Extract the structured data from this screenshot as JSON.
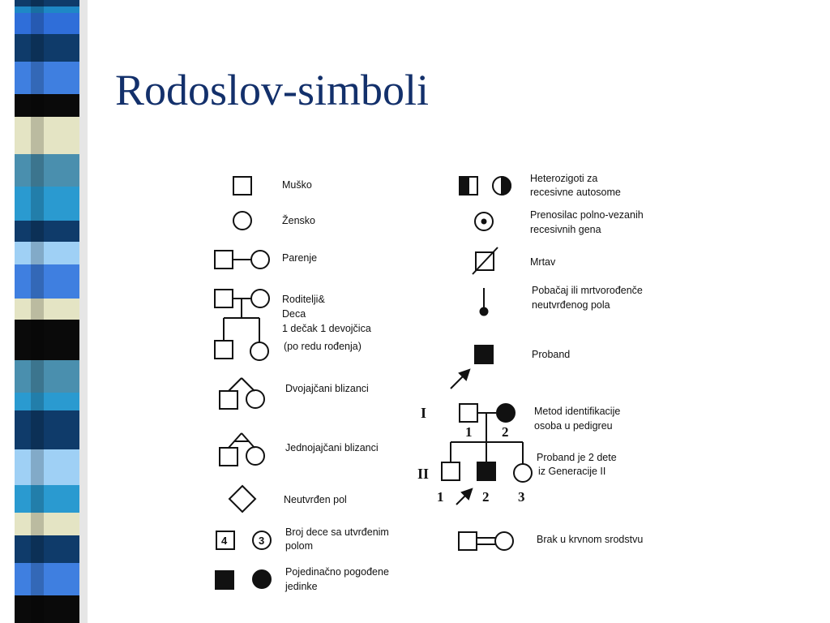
{
  "title": "Rodoslov-simboli",
  "left_column": {
    "musko": "Muško",
    "zensko": "Žensko",
    "parenje": "Parenje",
    "roditelji_lines": [
      "Roditelji&",
      "Deca",
      "1 dečak  1 devojčica",
      "(po redu rođenja)"
    ],
    "dvojajcani": "Dvojajčani blizanci",
    "jednojajcani": "Jednojajčani blizanci",
    "neutvrden": "Neutvrđen pol",
    "broj_dece_lines": [
      "Broj dece sa utvrđenim",
      "polom"
    ],
    "broj_dece_symbols": [
      "4",
      "3"
    ],
    "pojedinacno_lines": [
      "Pojedinačno pogođene",
      "jedinke"
    ]
  },
  "right_column": {
    "heterozigoti_lines": [
      "Heterozigoti za",
      "recesivne autosome"
    ],
    "prenosilac_lines": [
      "Prenosilac polno-vezanih",
      "recesivnih gena"
    ],
    "mrtav": "Mrtav",
    "pobacaj_lines": [
      "Pobačaj ili mrtvorođenče",
      "neutvrđenog pola"
    ],
    "proband": "Proband",
    "pedigree": {
      "gen1": "I",
      "gen2": "II",
      "gen1_numbers": [
        "1",
        "2"
      ],
      "gen2_numbers": [
        "1",
        "2",
        "3"
      ],
      "label_lines": [
        "Metod identifikacije",
        "osoba u pedigreu"
      ],
      "proband_lines": [
        "Proband je 2 dete",
        "iz Generacije II"
      ]
    },
    "brak": "Brak u krvnom srodstvu"
  }
}
